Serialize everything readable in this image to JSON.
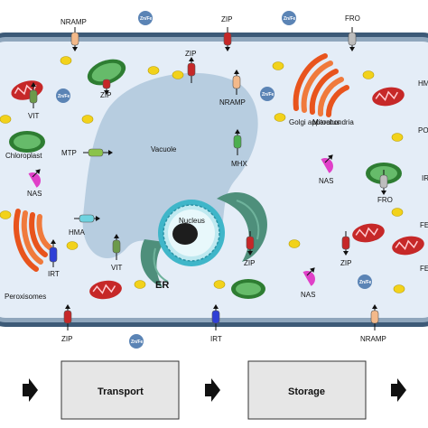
{
  "labels": {
    "nramp_top": "NRAMP",
    "zip_top": "ZIP",
    "fro_top": "FRO",
    "zip_inner": "ZIP",
    "zip_inner2": "ZIP",
    "nramp_inner": "NRAMP",
    "golgi": "Golgi apparatus",
    "mitochondria": "Mitochondria",
    "vit_left": "VIT",
    "chloroplast": "Chloroplast",
    "mtp": "MTP",
    "vacuole": "Vacuole",
    "mhx": "MHX",
    "nas_left": "NAS",
    "nas_right": "NAS",
    "fro_right": "FRO",
    "hma": "HMA",
    "nucleus": "Nucleus",
    "irt_left": "IRT",
    "vit_mid": "VIT",
    "zip_mid": "ZIP",
    "zip_right": "ZIP",
    "er": "ER",
    "nas_mid": "NAS",
    "peroxisomes": "Peroxisomes",
    "zip_bottom": "ZIP",
    "irt_bottom": "IRT",
    "nramp_bottom": "NRAMP",
    "edge_hm": "HM",
    "edge_po": "PO",
    "edge_ir": "IR",
    "edge_fe": "FE",
    "edge_fe2": "FE",
    "zn_fe": "Zn/Fe"
  },
  "flow": {
    "box1": "Transport",
    "box2": "Storage"
  },
  "colors": {
    "cell_wall": "#3d5a77",
    "membrane": "#8fa6bc",
    "cytoplasm": "#e4edf7",
    "vacuole": "#b7cde0",
    "zip": "#c62828",
    "nramp": "#f3b98a",
    "fro": "#bdbdbd",
    "vit": "#6c9a4a",
    "mtp": "#8bc34a",
    "mhx": "#4caf50",
    "irt": "#2f3fd6",
    "hma": "#6fd3e0",
    "zn_fe": "#5b84b5",
    "granule": "#f2d21b",
    "nas": "#e040c8"
  }
}
